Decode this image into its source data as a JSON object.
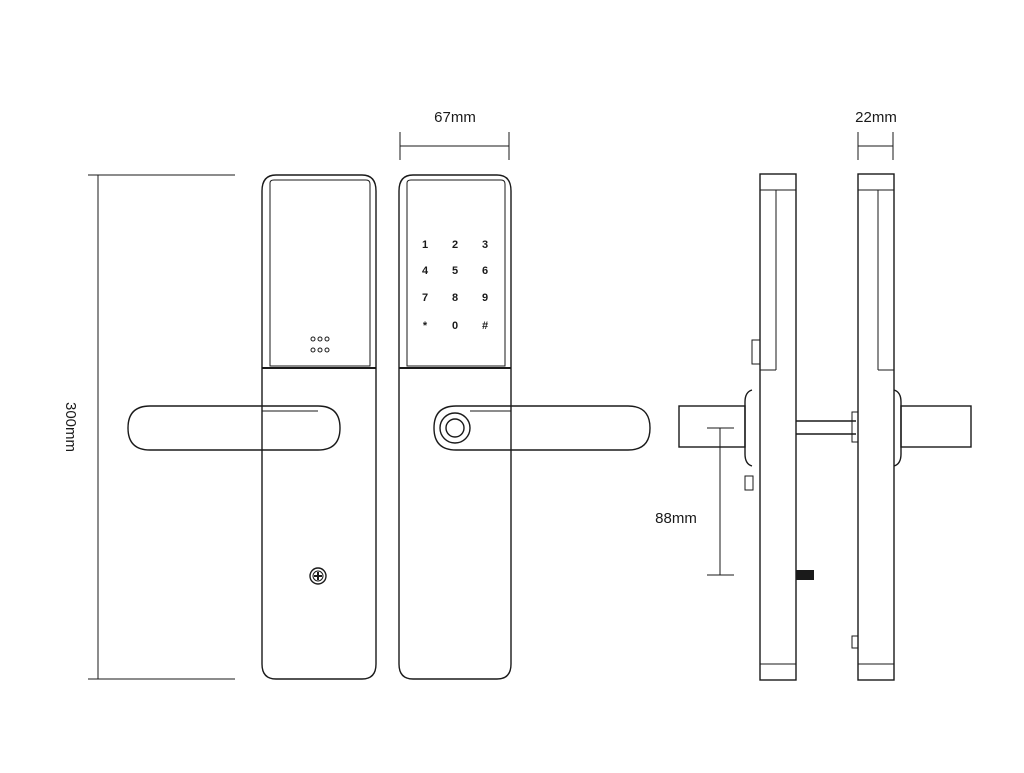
{
  "dimensions": {
    "height": "300mm",
    "width": "67mm",
    "depth": "22mm",
    "handle_offset": "88mm"
  },
  "keypad": {
    "keys": [
      "1",
      "2",
      "3",
      "4",
      "5",
      "6",
      "7",
      "8",
      "9",
      "*",
      "0",
      "#"
    ]
  }
}
